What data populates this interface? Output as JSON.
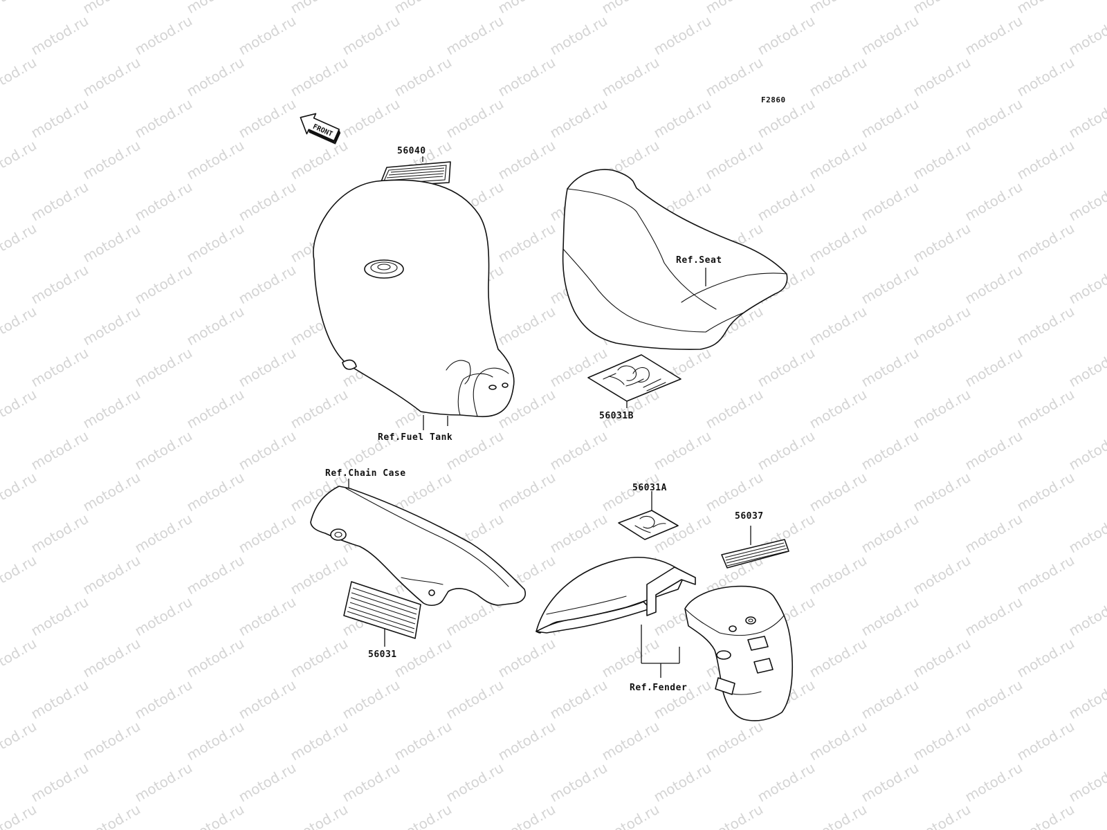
{
  "figure_code": "F2860",
  "direction_arrow": {
    "text": "FRONT",
    "icon": "front-arrow-icon"
  },
  "watermark_text": "motod.ru",
  "references": {
    "fuel_tank": "Ref.Fuel Tank",
    "seat": "Ref.Seat",
    "chain_case": "Ref.Chain Case",
    "fender": "Ref.Fender"
  },
  "parts": {
    "p56040": "56040",
    "p56031B": "56031B",
    "p56031A": "56031A",
    "p56037": "56037",
    "p56031": "56031"
  }
}
